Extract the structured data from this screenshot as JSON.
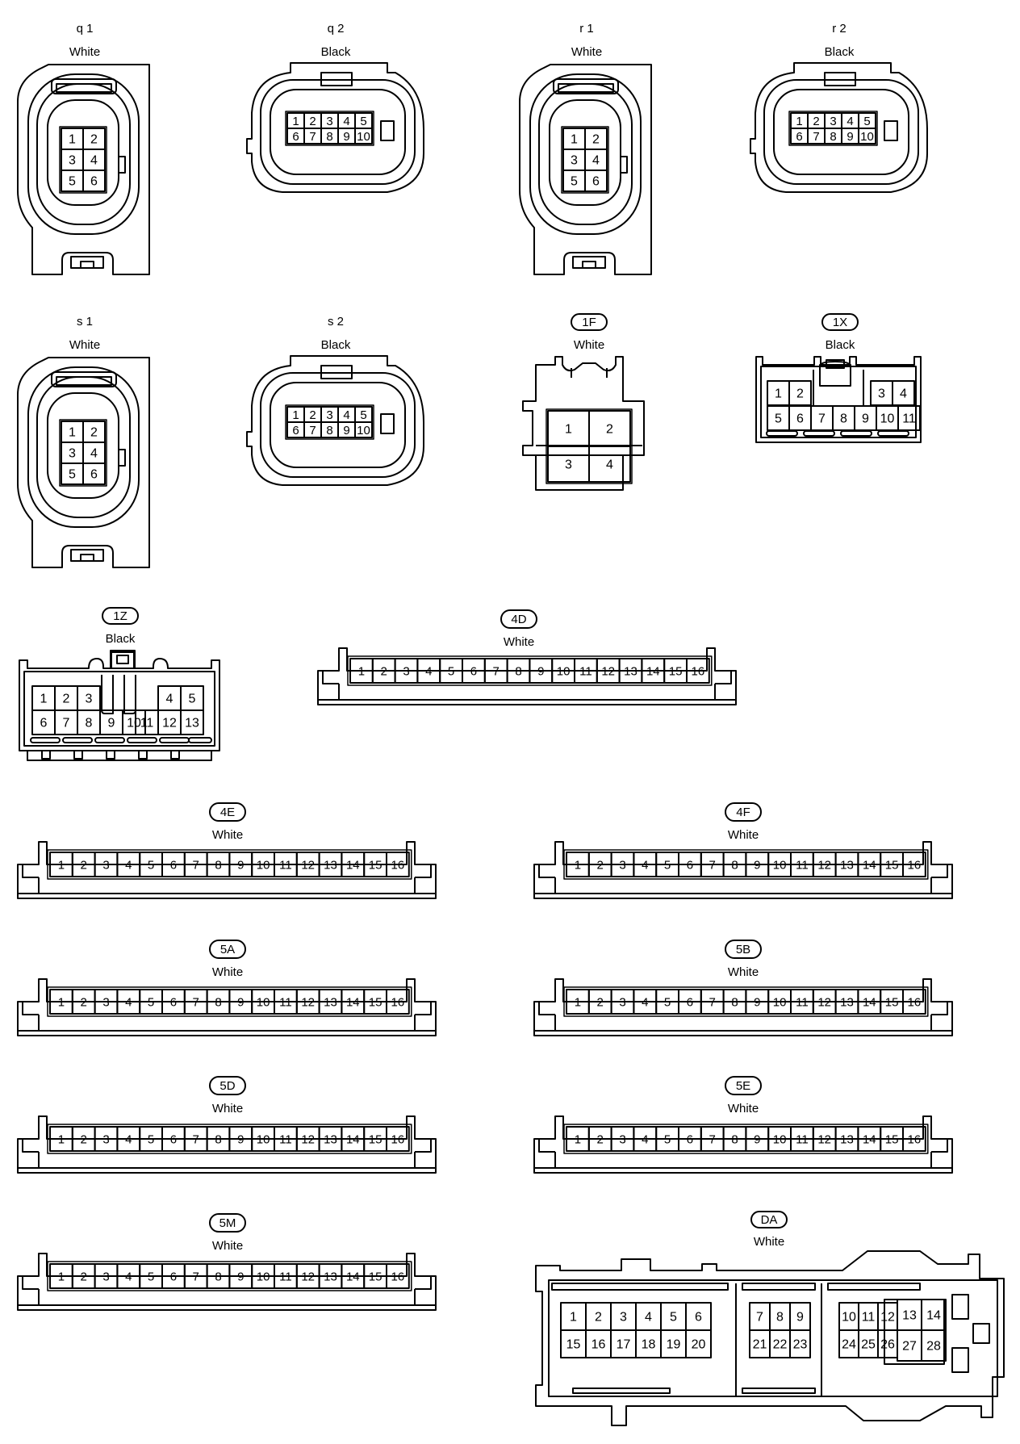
{
  "connectors": [
    {
      "id": "q1",
      "title": "q 1",
      "badge": false,
      "color": "White",
      "pins": [
        "1",
        "2",
        "3",
        "4",
        "5",
        "6"
      ]
    },
    {
      "id": "q2",
      "title": "q 2",
      "badge": false,
      "color": "Black",
      "pins": [
        "1",
        "2",
        "3",
        "4",
        "5",
        "6",
        "7",
        "8",
        "9",
        "10"
      ]
    },
    {
      "id": "r1",
      "title": "r 1",
      "badge": false,
      "color": "White",
      "pins": [
        "1",
        "2",
        "3",
        "4",
        "5",
        "6"
      ]
    },
    {
      "id": "r2",
      "title": "r 2",
      "badge": false,
      "color": "Black",
      "pins": [
        "1",
        "2",
        "3",
        "4",
        "5",
        "6",
        "7",
        "8",
        "9",
        "10"
      ]
    },
    {
      "id": "s1",
      "title": "s 1",
      "badge": false,
      "color": "White",
      "pins": [
        "1",
        "2",
        "3",
        "4",
        "5",
        "6"
      ]
    },
    {
      "id": "s2",
      "title": "s 2",
      "badge": false,
      "color": "Black",
      "pins": [
        "1",
        "2",
        "3",
        "4",
        "5",
        "6",
        "7",
        "8",
        "9",
        "10"
      ]
    },
    {
      "id": "1F",
      "title": "1F",
      "badge": true,
      "color": "White",
      "pins": [
        "1",
        "2",
        "3",
        "4"
      ]
    },
    {
      "id": "1X",
      "title": "1X",
      "badge": true,
      "color": "Black",
      "pins": [
        "1",
        "2",
        "3",
        "4",
        "5",
        "6",
        "7",
        "8",
        "9",
        "10",
        "11"
      ]
    },
    {
      "id": "1Z",
      "title": "1Z",
      "badge": true,
      "color": "Black",
      "pins": [
        "1",
        "2",
        "3",
        "4",
        "5",
        "6",
        "7",
        "8",
        "9",
        "10",
        "11",
        "12",
        "13"
      ]
    },
    {
      "id": "4D",
      "title": "4D",
      "badge": true,
      "color": "White",
      "pins": [
        "1",
        "2",
        "3",
        "4",
        "5",
        "6",
        "7",
        "8",
        "9",
        "10",
        "11",
        "12",
        "13",
        "14",
        "15",
        "16"
      ]
    },
    {
      "id": "4E",
      "title": "4E",
      "badge": true,
      "color": "White",
      "pins": [
        "1",
        "2",
        "3",
        "4",
        "5",
        "6",
        "7",
        "8",
        "9",
        "10",
        "11",
        "12",
        "13",
        "14",
        "15",
        "16"
      ]
    },
    {
      "id": "4F",
      "title": "4F",
      "badge": true,
      "color": "White",
      "pins": [
        "1",
        "2",
        "3",
        "4",
        "5",
        "6",
        "7",
        "8",
        "9",
        "10",
        "11",
        "12",
        "13",
        "14",
        "15",
        "16"
      ]
    },
    {
      "id": "5A",
      "title": "5A",
      "badge": true,
      "color": "White",
      "pins": [
        "1",
        "2",
        "3",
        "4",
        "5",
        "6",
        "7",
        "8",
        "9",
        "10",
        "11",
        "12",
        "13",
        "14",
        "15",
        "16"
      ]
    },
    {
      "id": "5B",
      "title": "5B",
      "badge": true,
      "color": "White",
      "pins": [
        "1",
        "2",
        "3",
        "4",
        "5",
        "6",
        "7",
        "8",
        "9",
        "10",
        "11",
        "12",
        "13",
        "14",
        "15",
        "16"
      ]
    },
    {
      "id": "5D",
      "title": "5D",
      "badge": true,
      "color": "White",
      "pins": [
        "1",
        "2",
        "3",
        "4",
        "5",
        "6",
        "7",
        "8",
        "9",
        "10",
        "11",
        "12",
        "13",
        "14",
        "15",
        "16"
      ]
    },
    {
      "id": "5E",
      "title": "5E",
      "badge": true,
      "color": "White",
      "pins": [
        "1",
        "2",
        "3",
        "4",
        "5",
        "6",
        "7",
        "8",
        "9",
        "10",
        "11",
        "12",
        "13",
        "14",
        "15",
        "16"
      ]
    },
    {
      "id": "5M",
      "title": "5M",
      "badge": true,
      "color": "White",
      "pins": [
        "1",
        "2",
        "3",
        "4",
        "5",
        "6",
        "7",
        "8",
        "9",
        "10",
        "11",
        "12",
        "13",
        "14",
        "15",
        "16"
      ]
    },
    {
      "id": "DA",
      "title": "DA",
      "badge": true,
      "color": "White",
      "pins": [
        "1",
        "2",
        "3",
        "4",
        "5",
        "6",
        "7",
        "8",
        "9",
        "10",
        "11",
        "12",
        "13",
        "14",
        "15",
        "16",
        "17",
        "18",
        "19",
        "20",
        "21",
        "22",
        "23",
        "24",
        "25",
        "26",
        "27",
        "28"
      ]
    }
  ]
}
